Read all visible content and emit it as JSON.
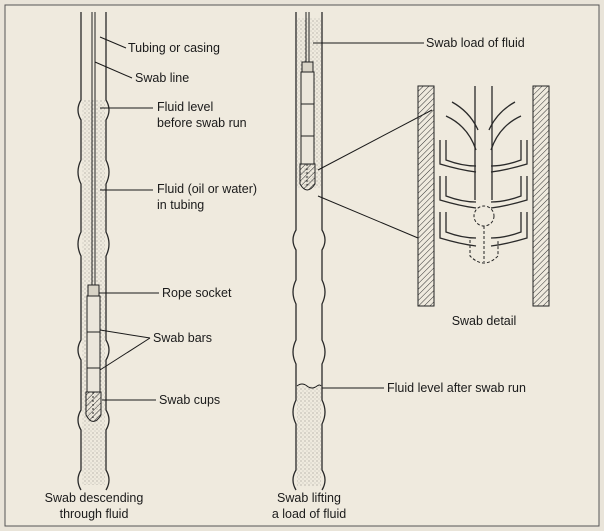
{
  "labels": {
    "tubing": "Tubing or casing",
    "swab_line": "Swab line",
    "fluid_level_before_1": "Fluid level",
    "fluid_level_before_2": "before swab run",
    "fluid_in_tubing_1": "Fluid (oil or water)",
    "fluid_in_tubing_2": "in tubing",
    "rope_socket": "Rope socket",
    "swab_bars": "Swab bars",
    "swab_cups": "Swab cups",
    "swab_load": "Swab load of fluid",
    "swab_detail": "Swab detail",
    "fluid_level_after": "Fluid level after swab run"
  },
  "captions": {
    "left_1": "Swab descending",
    "left_2": "through fluid",
    "middle_1": "Swab lifting",
    "middle_2": "a load of fluid"
  }
}
